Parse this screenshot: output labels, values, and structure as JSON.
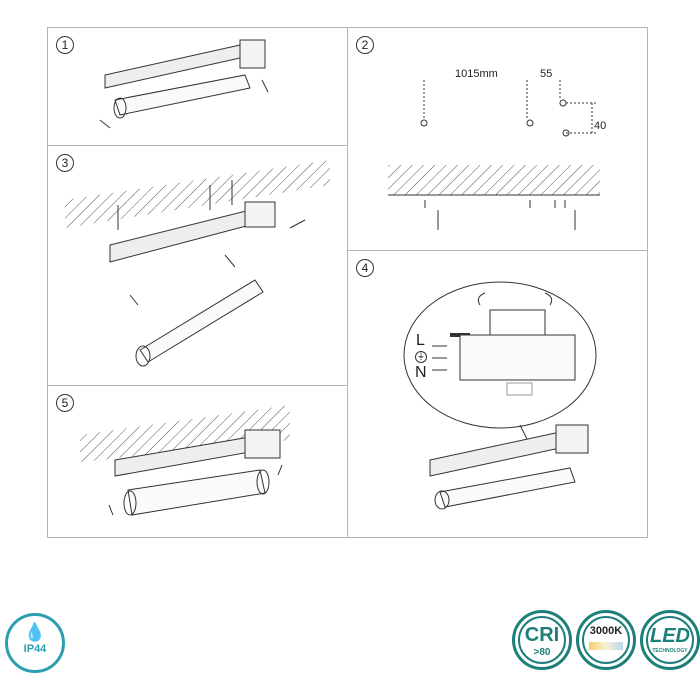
{
  "steps": [
    {
      "number": "1"
    },
    {
      "number": "2"
    },
    {
      "number": "3"
    },
    {
      "number": "4"
    },
    {
      "number": "5"
    }
  ],
  "dimensions": {
    "spacing": "1015mm",
    "offset": "55",
    "drop": "40"
  },
  "wiring": {
    "live": "L",
    "neutral": "N"
  },
  "badges": {
    "ip": "IP44",
    "cri": "CRI",
    "cri_value": ">80",
    "color_temp": "3000K",
    "led": "LED",
    "led_sub": "TECHNOLOGY"
  },
  "colors": {
    "badge": "#1d7f7a",
    "ip_badge": "#2b9fb0"
  }
}
